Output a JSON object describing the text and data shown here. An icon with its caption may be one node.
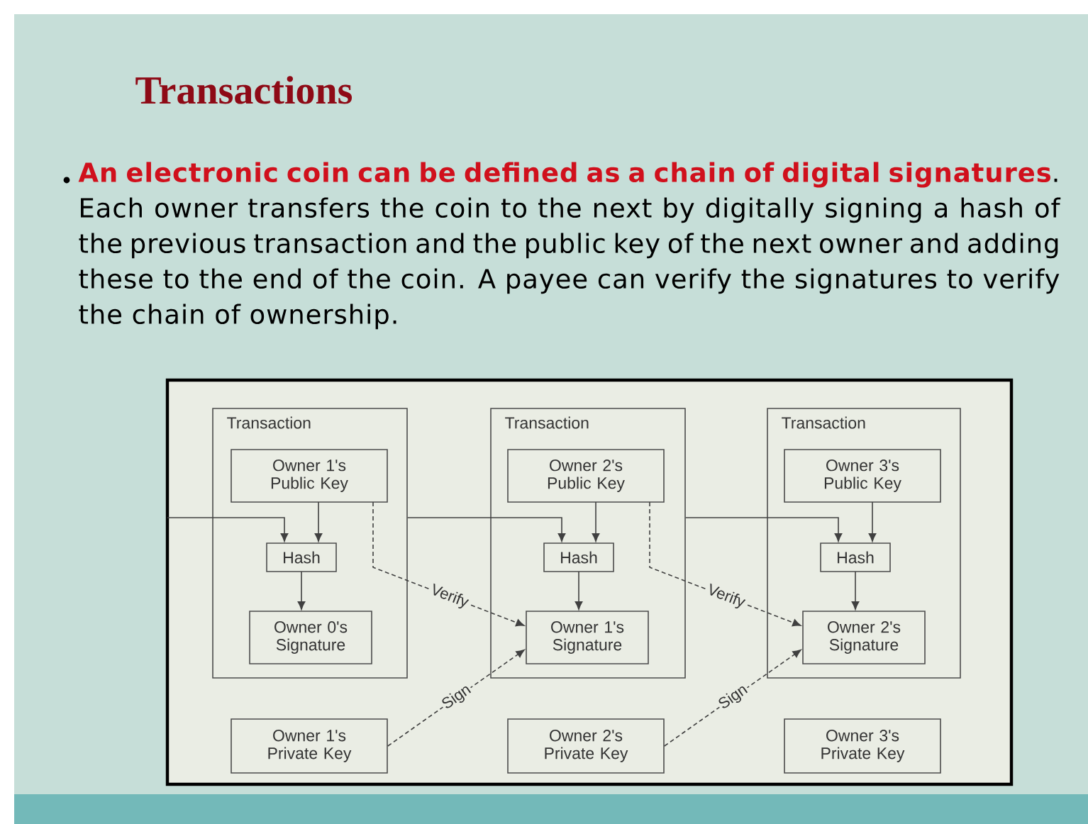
{
  "diagram": {
    "title": "Transactions",
    "nodes": [
      {
        "text": [
          "Transaction"
        ]
      },
      {
        "text": [
          "Owner 1's Public Key"
        ],
        "in": 0
      },
      {
        "text": [
          "Hash"
        ],
        "in": 0
      },
      {
        "text": [
          "Owner 0's Signature"
        ],
        "in": 0
      },
      {
        "text": [
          "Transaction"
        ]
      },
      {
        "text": [
          "Owner 2's Public Key"
        ],
        "in": 4
      },
      {
        "text": [
          "Hash"
        ],
        "in": 4
      },
      {
        "text": [
          "Owner 1's Signature"
        ],
        "in": 4
      },
      {
        "text": [
          "Transaction"
        ]
      },
      {
        "text": [
          "Owner 3's Public Key"
        ],
        "in": 8
      },
      {
        "text": [
          "Hash"
        ],
        "in": 8
      },
      {
        "text": [
          "Owner 2's Signature"
        ],
        "in": 8
      },
      {
        "text": [
          "Owner 1's Private Key"
        ]
      },
      {
        "text": [
          "Owner 2's Private Key"
        ]
      },
      {
        "text": [
          "Owner 3's Private Key"
        ]
      }
    ],
    "edges": [
      {
        "from": null,
        "to": 2,
        "arrow": "to"
      },
      {
        "from": 1,
        "to": 2,
        "arrow": "to"
      },
      {
        "from": 2,
        "to": 3,
        "arrow": "to"
      },
      {
        "from": 0,
        "to": 6,
        "arrow": "to"
      },
      {
        "from": 5,
        "to": 6,
        "arrow": "to"
      },
      {
        "from": 6,
        "to": 7,
        "arrow": "to"
      },
      {
        "from": 4,
        "to": 10,
        "arrow": "to"
      },
      {
        "from": 9,
        "to": 10,
        "arrow": "to"
      },
      {
        "from": 10,
        "to": 11,
        "arrow": "to"
      },
      {
        "from": 1,
        "to": 7,
        "arrow": "to",
        "style": "dashed",
        "label": "Verify"
      },
      {
        "from": 5,
        "to": 11,
        "arrow": "to",
        "style": "dashed",
        "label": "Verify"
      },
      {
        "from": 12,
        "to": 7,
        "arrow": "to",
        "style": "dashed",
        "label": "Sign"
      },
      {
        "from": 13,
        "to": 11,
        "arrow": "to",
        "style": "dashed",
        "label": "Sign"
      }
    ],
    "labels": [
      "An electronic coin can be defined as a chain of digital signatures",
      ". Each owner transfers the coin to the next by digitally signing a hash of the previous transaction and the public key of the next owner and adding these to the end of the coin.  A payee can verify the signatures to verify the chain of ownership."
    ]
  }
}
